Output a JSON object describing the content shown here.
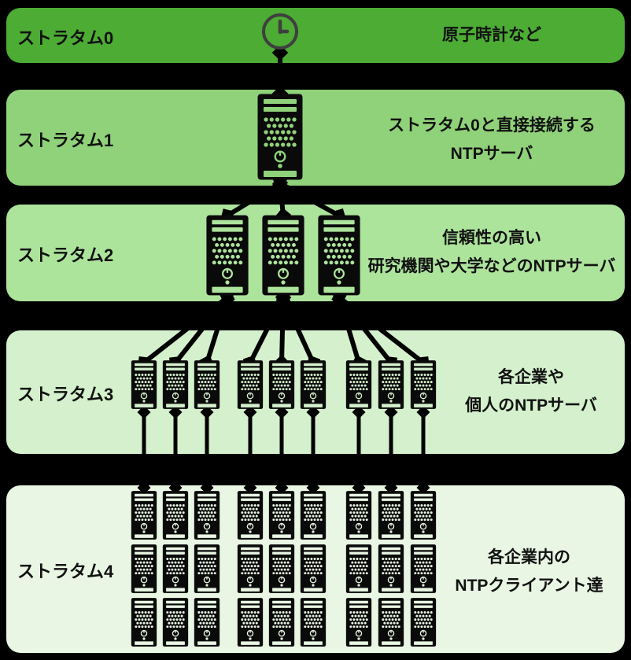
{
  "page": {
    "background": "#000000"
  },
  "colors": {
    "background": "#000000",
    "stratum0": "#4cac34",
    "stratum1": "#90d279",
    "stratum2": "#ade49c",
    "stratum3": "#d4f0cc",
    "stratum4": "#e9f6e4",
    "connector": "#000000",
    "icon": "#0a0a0a",
    "text": "#111111",
    "clock_outline": "#3f3f3f"
  },
  "bands": [
    {
      "id": "stratum0",
      "label": "ストラタム0",
      "description": [
        "原子時計など"
      ],
      "icon": "clock-icon",
      "icon_count": 1
    },
    {
      "id": "stratum1",
      "label": "ストラタム1",
      "description": [
        "ストラタム0と直接接続する",
        "NTPサーバ"
      ],
      "icon": "server-icon",
      "icon_count": 1
    },
    {
      "id": "stratum2",
      "label": "ストラタム2",
      "description": [
        "信頼性の高い",
        "研究機関や大学などのNTPサーバ"
      ],
      "icon": "server-icon",
      "icon_count": 3
    },
    {
      "id": "stratum3",
      "label": "ストラタム3",
      "description": [
        "各企業や",
        "個人のNTPサーバ"
      ],
      "icon": "server-icon",
      "icon_count": 9
    },
    {
      "id": "stratum4",
      "label": "ストラタム4",
      "description": [
        "各企業内の",
        "NTPクライアント達"
      ],
      "icon": "server-icon",
      "icon_count": 27
    }
  ],
  "connections": [
    {
      "from": "stratum0-clock",
      "to": "stratum1-server",
      "count": 1,
      "style": "thick black line, diamond arrowheads both ends"
    },
    {
      "from": "stratum1-server",
      "to": "stratum2-servers",
      "count": 3,
      "style": "fan-out, diamond arrowheads both ends"
    },
    {
      "from": "stratum2-servers",
      "to": "stratum3-servers",
      "count": 9,
      "style": "each stratum2 server fans to 3 stratum3 servers"
    },
    {
      "from": "stratum3-servers",
      "to": "stratum4-columns",
      "count": 9,
      "style": "vertical, each stratum3 server to a column of 3 clients"
    }
  ]
}
